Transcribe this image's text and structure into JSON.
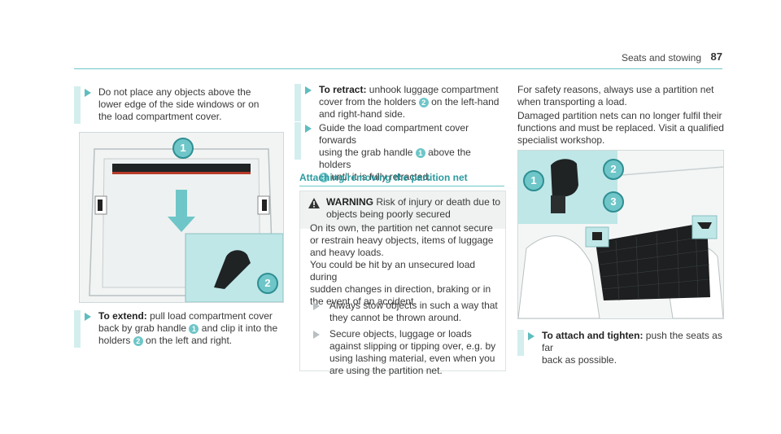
{
  "header": {
    "title": "Seats and stowing",
    "page": "87"
  },
  "col1": {
    "note_lines": [
      "Do not place any objects above the",
      "lower edge of the side windows or on",
      "the load compartment cover."
    ],
    "fig_callouts": [
      "1",
      "2"
    ],
    "extend_label": "To extend:",
    "extend_lines": [
      "pull load compartment cover",
      "back by grab handle",
      "and clip it into the",
      "holders",
      "on the left and right."
    ],
    "extend_nums": [
      "1",
      "2"
    ]
  },
  "col2": {
    "retract_label": "To retract:",
    "retract_lines": [
      "unhook luggage compartment",
      "cover from the holders",
      "on the left-hand",
      "and right-hand side."
    ],
    "retract_num": "2",
    "guide_lines": [
      "Guide the load compartment cover forwards",
      "using the grab handle",
      "above the holders",
      "until it is fully retracted."
    ],
    "guide_nums": [
      "1",
      "2"
    ],
    "section_title": "Attaching/removing the partition net",
    "warning_label": "WARNING",
    "warning_lines": [
      "Risk of injury or death due to",
      "objects being poorly secured"
    ],
    "warn_body": [
      "On its own, the partition net cannot secure",
      "or restrain heavy objects, items of luggage",
      "and heavy loads.",
      "You could be hit by an unsecured load during",
      "sudden changes in direction, braking or in",
      "the event of an accident."
    ],
    "bullet1": [
      "Always stow objects in such a way that",
      "they cannot be thrown around."
    ],
    "bullet2": [
      "Secure objects, luggage or loads",
      "against slipping or tipping over, e.g. by",
      "using lashing material, even when you",
      "are using the partition net."
    ]
  },
  "col3": {
    "para1": [
      "For safety reasons, always use a partition net",
      "when transporting a load."
    ],
    "para2": [
      "Damaged partition nets can no longer fulfil their",
      "functions and must be replaced. Visit a qualified",
      "specialist workshop."
    ],
    "fig_callouts": [
      "1",
      "2",
      "3"
    ],
    "tighten_label": "To attach and tighten:",
    "tighten_lines": [
      "push the seats as far",
      "back as possible."
    ]
  }
}
